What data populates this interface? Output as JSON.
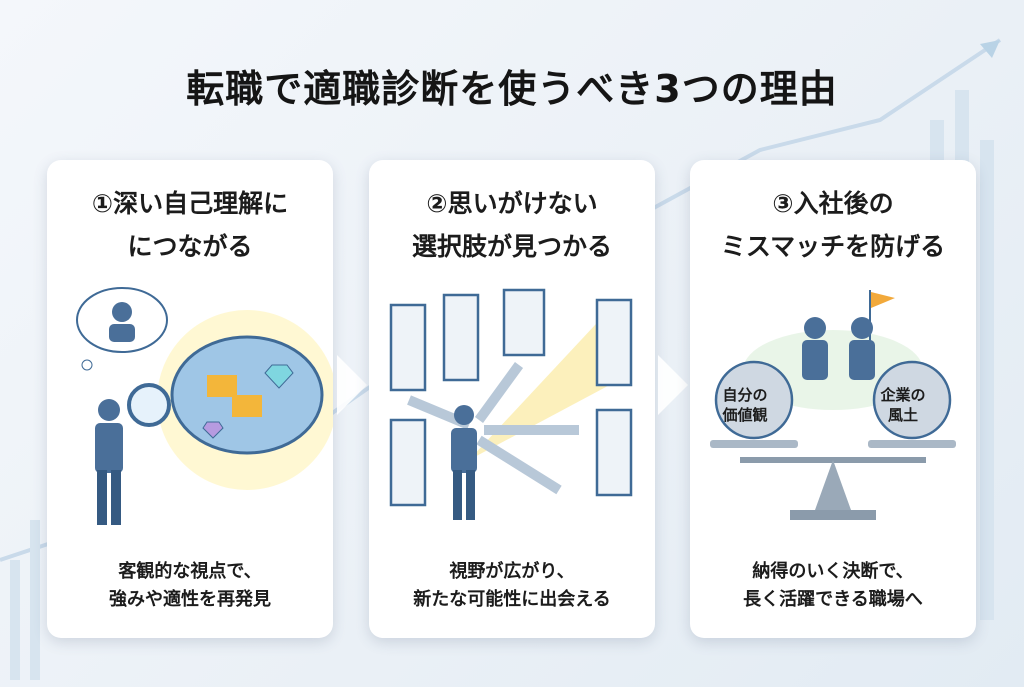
{
  "title": "転職で適職診断を使うべき3つの理由",
  "cards": [
    {
      "title_line1": "①深い自己理解に",
      "title_line2": "につながる",
      "caption_line1": "客観的な視点で、",
      "caption_line2": "強みや適性を再発見"
    },
    {
      "title_line1": "②思いがけない",
      "title_line2": "選択肢が見つかる",
      "caption_line1": "視野が広がり、",
      "caption_line2": "新たな可能性に出会える"
    },
    {
      "title_line1": "③入社後の",
      "title_line2": "ミスマッチを防げる",
      "caption_line1": "納得のいく決断で、",
      "caption_line2": "長く活躍できる職場へ",
      "weight_left_line1": "自分の",
      "weight_left_line2": "価値観",
      "weight_right_line1": "企業の",
      "weight_right_line2": "風土"
    }
  ],
  "colors": {
    "accent": "#3f6a96",
    "person": "#4a6f99",
    "glow": "#f6d86a"
  }
}
